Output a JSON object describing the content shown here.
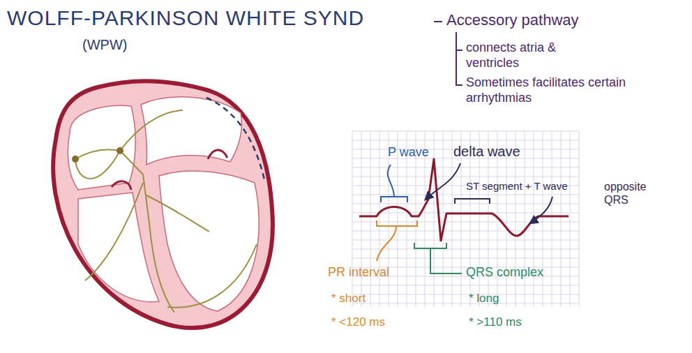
{
  "diagram": {
    "title": "WOLFF-PARKINSON WHITE SYND",
    "labels": [
      "(WPW)",
      "Accessory pathway",
      "connects atria & ventricles",
      "Sometimes facilitates certain arrhythmias",
      "P wave",
      "delta wave",
      "ST segment + T wave",
      "opposite QRS",
      "PR interval",
      "* short",
      "* <120 ms",
      "QRS complex",
      "* long",
      "* >110 ms"
    ]
  }
}
